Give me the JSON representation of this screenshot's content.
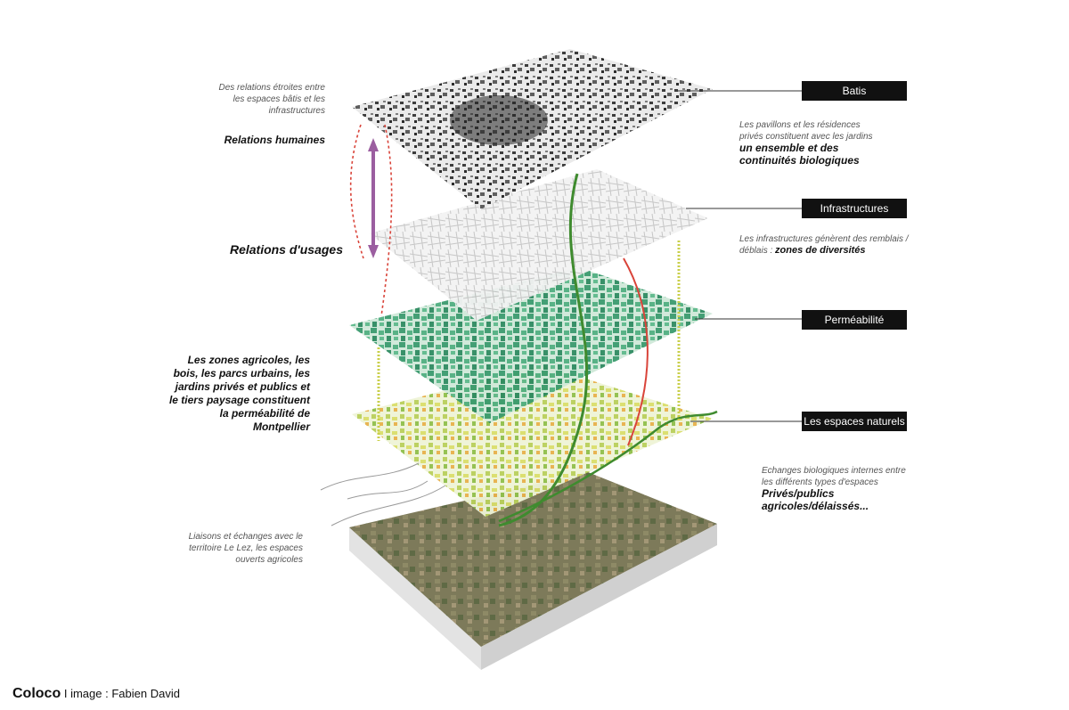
{
  "layers": [
    {
      "label": "Batis",
      "color": "#2a2a2a"
    },
    {
      "label": "Infrastructures",
      "color": "#bdbdbd"
    },
    {
      "label": "Perméabilité",
      "color": "#3a9a6e"
    },
    {
      "label": "Les espaces naturels",
      "color": "#b8cf5a"
    }
  ],
  "left_notes": {
    "batis_relations": "Des relations étroites entre les espaces bâtis et les infrastructures",
    "relations_humaines": "Relations humaines",
    "relations_usages": "Relations d'usages",
    "permeabilite_text": "Les zones agricoles, les bois, les parcs urbains, les jardins privés et publics et le tiers paysage constituent la perméabilité de Montpellier",
    "liaisons": "Liaisons et échanges avec le territoire Le Lez, les espaces ouverts agricoles"
  },
  "right_notes": {
    "batis_plain": "Les pavillons et les résidences privés constituent avec les jardins",
    "batis_bold": "un ensemble et des continuités biologiques",
    "infra_plain": "Les infrastructures génèrent des remblais / déblais :",
    "infra_bold": "zones de diversités",
    "echanges_plain": "Echanges biologiques internes entre les différents types d'espaces",
    "echanges_bold": "Privés/publics agricoles/délaissés..."
  },
  "credit": {
    "brand": "Coloco",
    "separator": "I",
    "text": "image : Fabien David"
  },
  "colors": {
    "terrain": "#7d7a5a",
    "soil_side": "#e3e3e3",
    "arrow_purple": "#9b5ea0",
    "arrow_red": "#d9443a",
    "arrow_green": "#3f8b2f",
    "arrow_yellow": "#c9cf4a"
  }
}
